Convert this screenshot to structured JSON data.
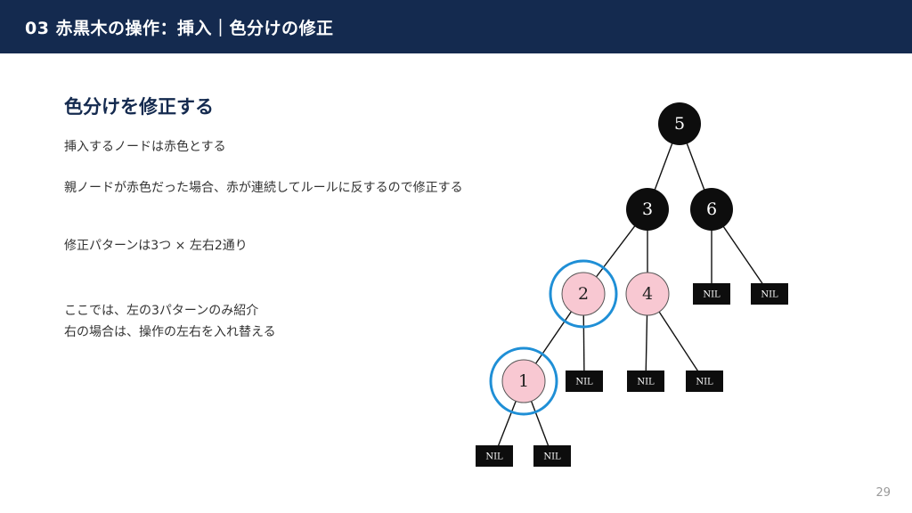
{
  "header": {
    "title": "03 赤黒木の操作：挿入｜色分けの修正"
  },
  "content": {
    "heading": "色分けを修正する",
    "lines": [
      "挿入するノードは赤色とする",
      "親ノードが赤色だった場合、赤が連続してルールに反するので修正する",
      "修正パターンは3つ × 左右2通り",
      "ここでは、左の3パターンのみ紹介",
      "右の場合は、操作の左右を入れ替える"
    ]
  },
  "tree": {
    "nodes": [
      {
        "id": "n5",
        "label": "5",
        "color": "black"
      },
      {
        "id": "n3",
        "label": "3",
        "color": "black"
      },
      {
        "id": "n6",
        "label": "6",
        "color": "black"
      },
      {
        "id": "n2",
        "label": "2",
        "color": "red",
        "highlighted": true
      },
      {
        "id": "n4",
        "label": "4",
        "color": "red"
      },
      {
        "id": "n1",
        "label": "1",
        "color": "red",
        "highlighted": true
      },
      {
        "id": "nil6a",
        "label": "NIL",
        "color": "nil"
      },
      {
        "id": "nil6b",
        "label": "NIL",
        "color": "nil"
      },
      {
        "id": "nil2",
        "label": "NIL",
        "color": "nil"
      },
      {
        "id": "nil4a",
        "label": "NIL",
        "color": "nil"
      },
      {
        "id": "nil4b",
        "label": "NIL",
        "color": "nil"
      },
      {
        "id": "nil1a",
        "label": "NIL",
        "color": "nil"
      },
      {
        "id": "nil1b",
        "label": "NIL",
        "color": "nil"
      }
    ],
    "edges": [
      [
        "n5",
        "n3"
      ],
      [
        "n5",
        "n6"
      ],
      [
        "n3",
        "n2"
      ],
      [
        "n3",
        "n4"
      ],
      [
        "n6",
        "nil6a"
      ],
      [
        "n6",
        "nil6b"
      ],
      [
        "n2",
        "n1"
      ],
      [
        "n2",
        "nil2"
      ],
      [
        "n4",
        "nil4a"
      ],
      [
        "n4",
        "nil4b"
      ],
      [
        "n1",
        "nil1a"
      ],
      [
        "n1",
        "nil1b"
      ]
    ],
    "colors": {
      "black_node": "#0d0d0d",
      "red_node": "#f8c8d2",
      "nil_box": "#0d0d0d",
      "highlight_ring": "#1f8fd6"
    }
  },
  "footer": {
    "page_number": "29"
  }
}
